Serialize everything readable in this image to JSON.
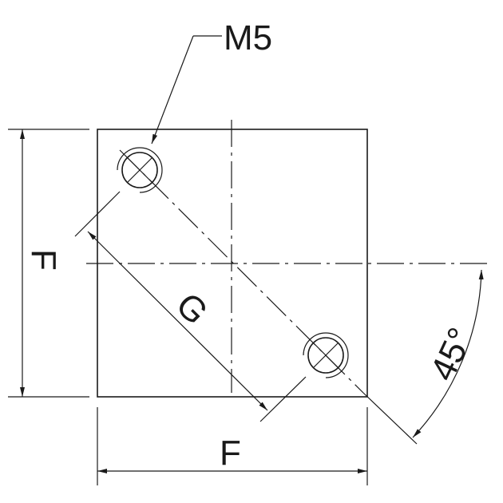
{
  "drawing": {
    "thread_label": "M5",
    "diagonal_label": "G",
    "height_label": "F",
    "width_label": "F",
    "angle_label": "45°"
  },
  "colors": {
    "line": "#1a1a1a",
    "background": "#ffffff"
  }
}
